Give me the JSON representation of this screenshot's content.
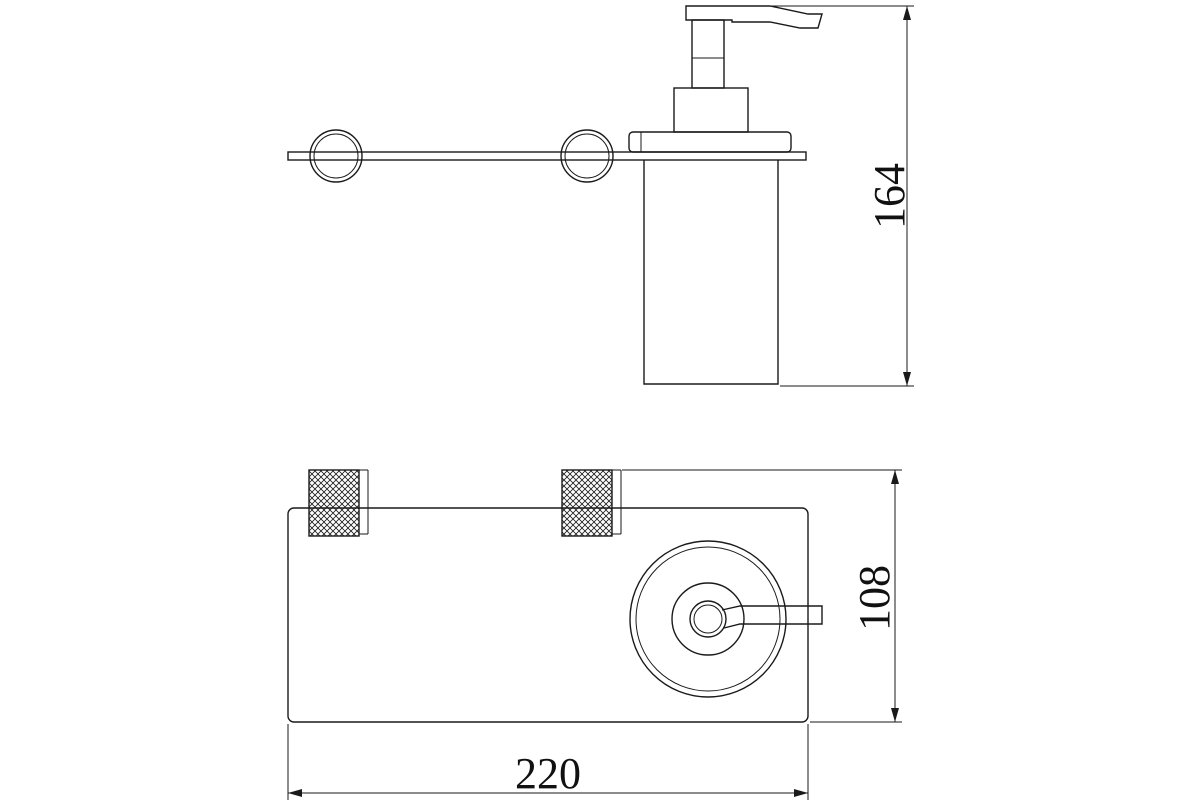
{
  "dimensions": {
    "height_side": "164",
    "depth_top": "108",
    "width_bottom": "220"
  },
  "colors": {
    "line": "#1a1a1a",
    "background": "#ffffff"
  }
}
